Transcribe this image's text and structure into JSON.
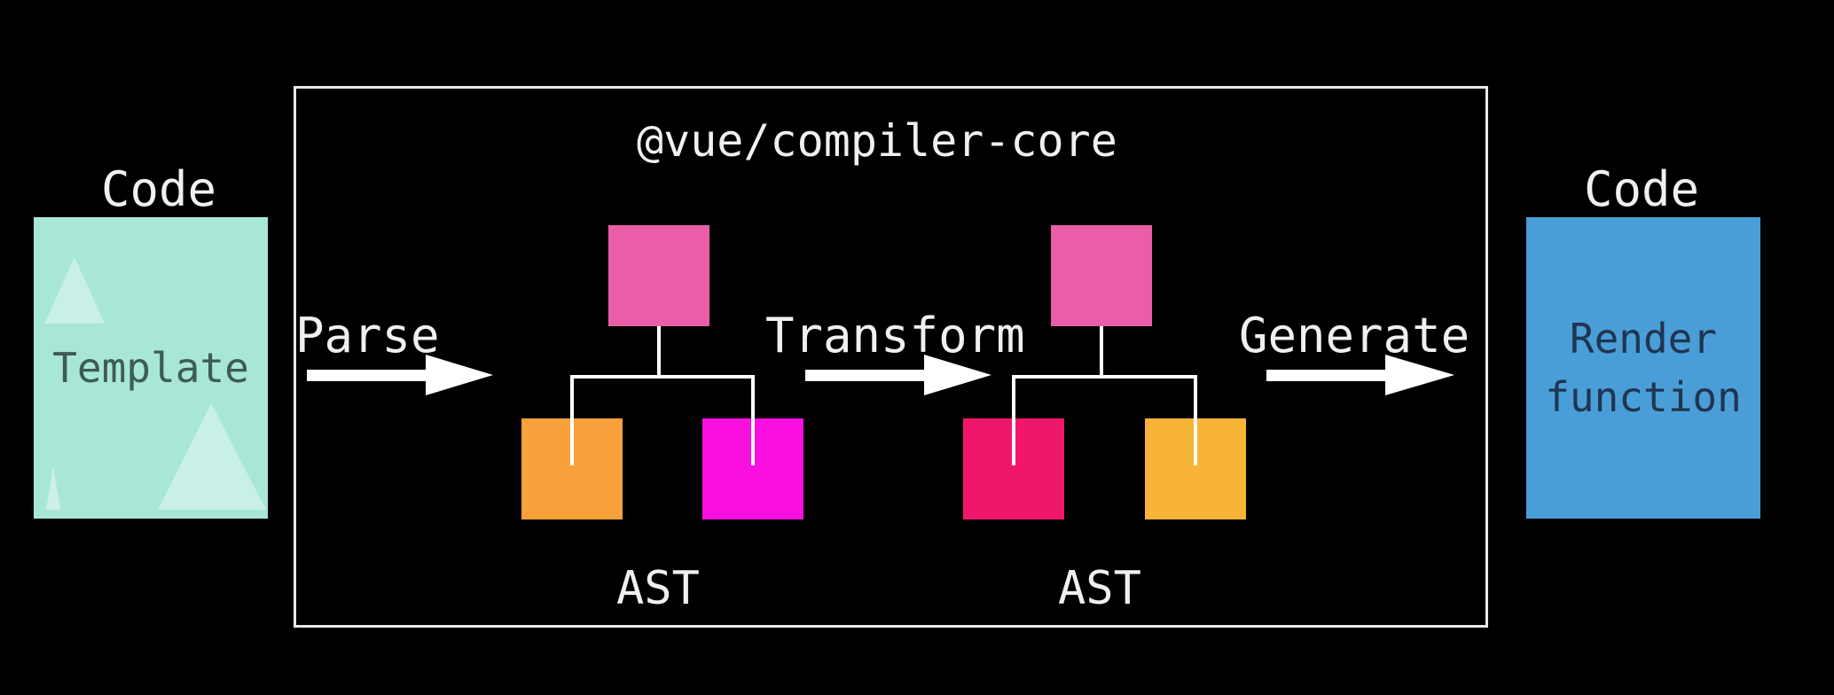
{
  "diagram": {
    "compiler_title": "@vue/compiler-core",
    "input": {
      "heading": "Code",
      "box_label": "Template",
      "box_color": "#a8e6d8"
    },
    "output": {
      "heading": "Code",
      "box_label_line1": "Render",
      "box_label_line2": "function",
      "box_color": "#4a9ed8"
    },
    "steps": [
      {
        "label": "Parse"
      },
      {
        "label": "Transform"
      },
      {
        "label": "Generate"
      }
    ],
    "asts": [
      {
        "label": "AST",
        "root_color": "#ea5ea7",
        "left_color": "#f6a13a",
        "right_color": "#f90fe0"
      },
      {
        "label": "AST",
        "root_color": "#ea5ea7",
        "left_color": "#f0176a",
        "right_color": "#f8b339"
      }
    ],
    "colors": {
      "background": "#000000",
      "frame": "#e8e8e8",
      "connector": "#ffffff",
      "arrow": "#ffffff"
    }
  }
}
